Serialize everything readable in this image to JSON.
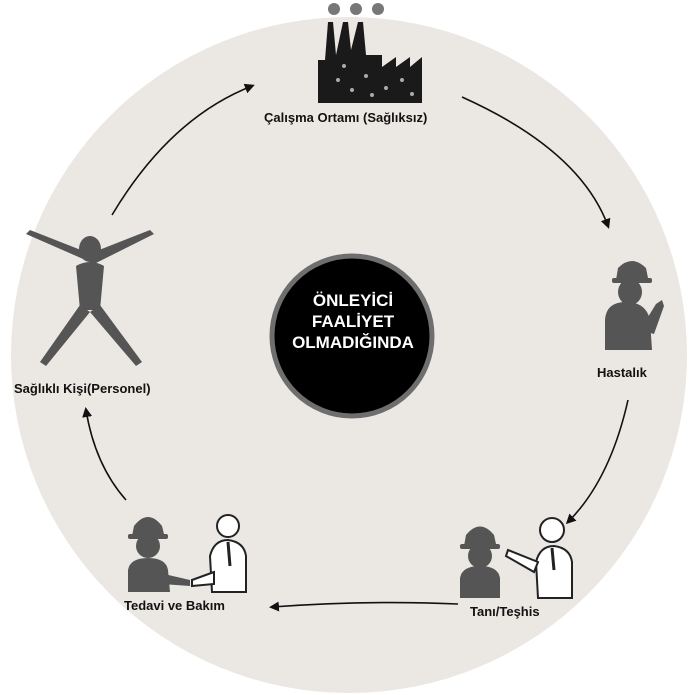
{
  "center": {
    "line1": "ÖNLEYİCİ",
    "line2": "FAALİYET",
    "line3": "OLMADIĞINDA"
  },
  "stages": {
    "work_env": "Çalışma Ortamı (Sağlıksız)",
    "illness": "Hastalık",
    "diagnosis": "Tanı/Teşhis",
    "treatment": "Tedavi ve Bakım",
    "healthy": "Sağlıklı Kişi(Personel)"
  },
  "colors": {
    "ring": "#ebe8e3",
    "figure": "#555555",
    "center_fill": "#000000",
    "center_stroke": "#6e6e6e",
    "arrow": "#111111"
  },
  "icons": {
    "work_env": "factory-icon",
    "illness": "coughing-worker-icon",
    "diagnosis": "doctor-examining-patient-icon",
    "treatment": "handshake-doctor-patient-icon",
    "healthy": "healthy-person-icon"
  }
}
